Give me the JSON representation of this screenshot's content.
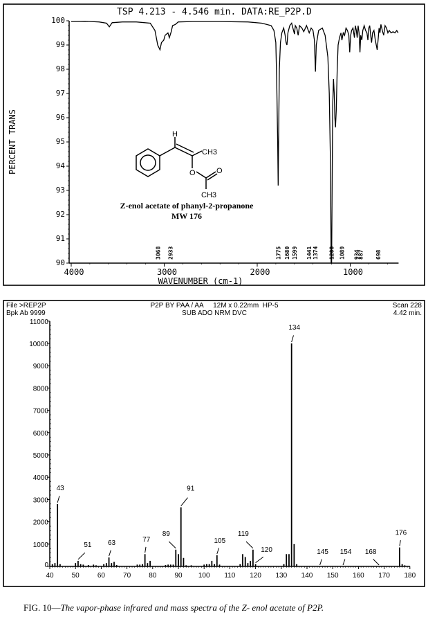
{
  "chart_data": [
    {
      "type": "line",
      "title": "TSP  4.213 - 4.546 min. DATA:RE_P2P.D",
      "xlabel": "WAVENUMBER (cm-1)",
      "ylabel": "PERCENT TRANS",
      "xlim": [
        4000,
        480
      ],
      "ylim": [
        90,
        100
      ],
      "x_ticks": [
        4000,
        3000,
        2000,
        1000
      ],
      "x_tick_labels": [
        "4000",
        "3000",
        "2000",
        "1000"
      ],
      "y_ticks": [
        100,
        99,
        98,
        97,
        96,
        95,
        94,
        93,
        92,
        91,
        90
      ],
      "y_tick_labels": [
        "100",
        "99",
        "98",
        "97",
        "96",
        "95",
        "94",
        "93",
        "92",
        "91",
        "90"
      ],
      "peak_labels": [
        {
          "x": 3068,
          "label": "3068"
        },
        {
          "x": 2933,
          "label": "2933"
        },
        {
          "x": 1775,
          "label": "1775"
        },
        {
          "x": 1680,
          "label": "1680"
        },
        {
          "x": 1599,
          "label": "1599"
        },
        {
          "x": 1441,
          "label": "1441"
        },
        {
          "x": 1374,
          "label": "1374"
        },
        {
          "x": 1200,
          "label": "1200"
        },
        {
          "x": 1089,
          "label": "1089"
        },
        {
          "x": 934,
          "label": "934"
        },
        {
          "x": 887,
          "label": "887"
        },
        {
          "x": 698,
          "label": "698"
        }
      ],
      "series": [
        {
          "name": "IR spectrum",
          "x": [
            4000,
            3850,
            3700,
            3620,
            3590,
            3560,
            3450,
            3300,
            3150,
            3100,
            3070,
            3045,
            3030,
            3005,
            2990,
            2960,
            2945,
            2925,
            2910,
            2880,
            2850,
            2700,
            2400,
            2100,
            1950,
            1900,
            1850,
            1820,
            1800,
            1790,
            1780,
            1775,
            1770,
            1762,
            1750,
            1735,
            1715,
            1700,
            1690,
            1680,
            1670,
            1650,
            1630,
            1610,
            1599,
            1590,
            1575,
            1560,
            1545,
            1520,
            1500,
            1470,
            1441,
            1420,
            1400,
            1385,
            1374,
            1365,
            1340,
            1300,
            1270,
            1240,
            1225,
            1212,
            1205,
            1200,
            1195,
            1188,
            1180,
            1172,
            1165,
            1158,
            1150,
            1140,
            1130,
            1115,
            1100,
            1089,
            1075,
            1060,
            1045,
            1030,
            1015,
            1005,
            995,
            985,
            970,
            955,
            945,
            934,
            925,
            915,
            905,
            895,
            887,
            875,
            865,
            850,
            835,
            820,
            810,
            800,
            790,
            780,
            770,
            760,
            745,
            730,
            710,
            698,
            690,
            680,
            670,
            655,
            640,
            625,
            610,
            595,
            580,
            560,
            540,
            520,
            500,
            485
          ],
          "y": [
            99.97,
            99.98,
            99.95,
            99.9,
            99.75,
            99.92,
            99.95,
            99.95,
            99.9,
            99.6,
            99.0,
            98.8,
            99.1,
            99.2,
            99.4,
            99.5,
            99.3,
            99.55,
            99.8,
            99.85,
            99.95,
            99.97,
            99.97,
            99.95,
            99.9,
            99.85,
            99.8,
            99.6,
            99.1,
            97.5,
            95.0,
            93.2,
            95.0,
            98.0,
            99.1,
            99.5,
            99.7,
            99.4,
            99.1,
            99.0,
            99.5,
            99.8,
            99.9,
            99.6,
            99.45,
            99.8,
            99.7,
            99.4,
            99.8,
            99.7,
            99.55,
            99.8,
            99.5,
            99.7,
            99.6,
            99.2,
            97.9,
            99.0,
            99.6,
            99.7,
            99.4,
            98.5,
            97.0,
            94.0,
            90.0,
            90.0,
            93.0,
            96.5,
            97.6,
            97.0,
            96.0,
            95.6,
            96.3,
            98.0,
            99.0,
            99.3,
            99.5,
            99.2,
            99.5,
            99.4,
            99.7,
            99.6,
            99.4,
            98.7,
            99.4,
            99.6,
            99.7,
            99.3,
            99.8,
            99.6,
            99.3,
            99.8,
            99.5,
            98.7,
            99.4,
            99.2,
            99.6,
            99.8,
            99.6,
            99.5,
            99.2,
            99.7,
            99.8,
            99.4,
            99.1,
            99.5,
            99.6,
            99.2,
            98.8,
            99.3,
            99.7,
            99.5,
            99.85,
            99.6,
            99.4,
            99.8,
            99.7,
            99.5,
            99.6,
            99.5,
            99.55,
            99.5,
            99.6,
            99.5
          ]
        }
      ],
      "structure": {
        "name": "Z-enol acetate of phanyl-2-propanone",
        "mw": "MW 176",
        "atoms": {
          "h": "H",
          "ch3_top": "CH3",
          "o_ester": "O",
          "o_carbonyl": "O",
          "ch3_bottom": "CH3"
        }
      },
      "grid": false
    },
    {
      "type": "bar",
      "header": {
        "file": "File >REP2P",
        "bpk": "Bpk Ab 9999",
        "title_line1": "P2P BY PAA / AA     12M x 0.22mm  HP-5",
        "title_line2": "SUB ADO NRM DVC",
        "scan": "Scan 228",
        "time": "4.42 min."
      },
      "xlim": [
        40,
        180
      ],
      "ylim": [
        0,
        11000
      ],
      "x_ticks": [
        40,
        50,
        60,
        70,
        80,
        90,
        100,
        110,
        120,
        130,
        140,
        150,
        160,
        170,
        180
      ],
      "x_tick_labels": [
        "40",
        "50",
        "60",
        "70",
        "80",
        "90",
        "100",
        "110",
        "120",
        "130",
        "140",
        "150",
        "160",
        "170",
        "180"
      ],
      "y_ticks": [
        0,
        1000,
        2000,
        3000,
        4000,
        5000,
        6000,
        7000,
        8000,
        9000,
        10000,
        11000
      ],
      "y_tick_labels": [
        "0",
        "1000",
        "2000",
        "3000",
        "4000",
        "5000",
        "6000",
        "7000",
        "8000",
        "9000",
        "10000",
        "11000"
      ],
      "mz": [
        41,
        42,
        43,
        44,
        50,
        51,
        52,
        53,
        55,
        57,
        58,
        61,
        62,
        63,
        64,
        65,
        66,
        74,
        75,
        76,
        77,
        78,
        79,
        85,
        86,
        87,
        88,
        89,
        90,
        91,
        92,
        93,
        95,
        100,
        101,
        102,
        103,
        104,
        105,
        106,
        114,
        115,
        116,
        117,
        118,
        119,
        120,
        131,
        132,
        133,
        134,
        135,
        136,
        176,
        177,
        178
      ],
      "intensity": [
        100,
        150,
        2800,
        100,
        150,
        250,
        100,
        80,
        60,
        80,
        50,
        100,
        150,
        400,
        150,
        200,
        60,
        80,
        80,
        100,
        550,
        150,
        250,
        60,
        80,
        80,
        80,
        750,
        550,
        2650,
        380,
        50,
        50,
        80,
        100,
        100,
        250,
        100,
        500,
        80,
        100,
        550,
        420,
        150,
        250,
        750,
        100,
        100,
        550,
        550,
        10000,
        1000,
        100,
        850,
        100,
        50
      ],
      "peak_labels": [
        "43",
        "51",
        "63",
        "77",
        "89",
        "91",
        "105",
        "119",
        "120",
        "134",
        "145",
        "154",
        "168",
        "176"
      ],
      "grid": false
    }
  ],
  "caption": {
    "fig": "FIG. 10—",
    "text": "The vapor-phase infrared and mass spectra of the Z- enol acetate of P2P."
  }
}
